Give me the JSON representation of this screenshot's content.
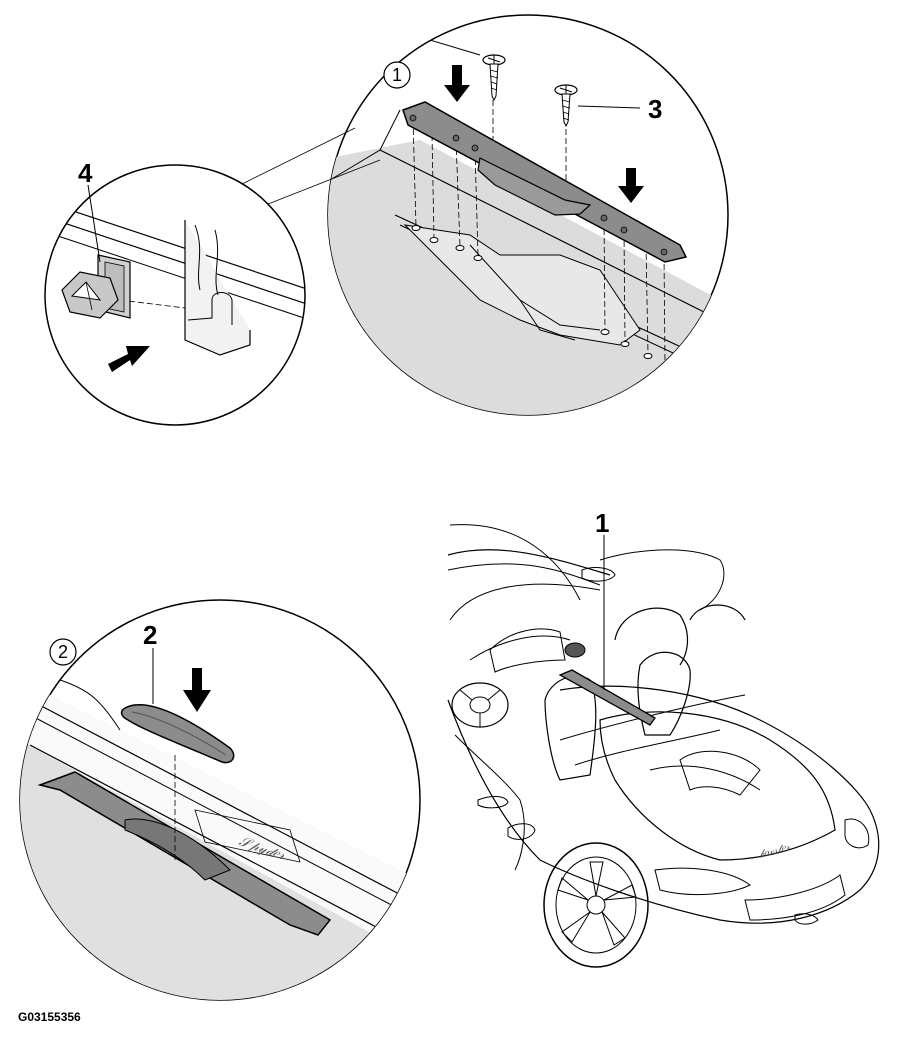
{
  "figure_id": "G03155356",
  "callouts": {
    "one": "1",
    "two": "2",
    "three": "3",
    "four": "4"
  },
  "step_markers": {
    "step_one": "1",
    "step_two": "2"
  },
  "colors": {
    "line": "#000000",
    "part_fill": "#8c8c8c",
    "shade": "#d9d9d9",
    "background": "#ffffff"
  }
}
